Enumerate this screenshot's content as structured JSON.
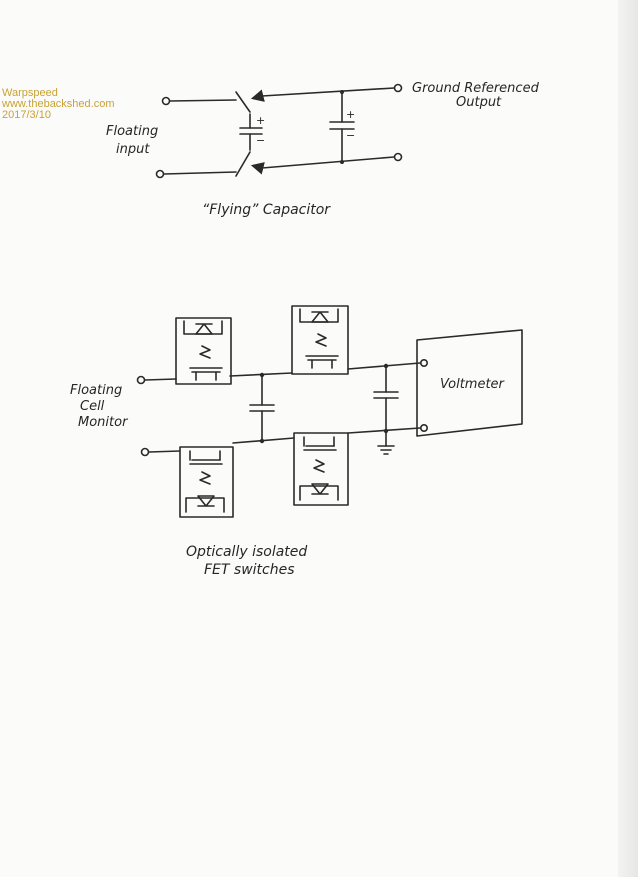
{
  "watermark": {
    "author": "Warpspeed",
    "site": "www.thebackshed.com",
    "date": "2017/3/10"
  },
  "diagram_top": {
    "input_label_1": "Floating",
    "input_label_2": "input",
    "output_label_1": "Ground Referenced",
    "output_label_2": "Output",
    "caption": "“Flying” Capacitor",
    "plus": "+",
    "minus": "−"
  },
  "diagram_bottom": {
    "input_label_1": "Floating",
    "input_label_2": "Cell",
    "input_label_3": "Monitor",
    "meter_label": "Voltmeter",
    "caption_1": "Optically   isolated",
    "caption_2": "FET  switches"
  }
}
